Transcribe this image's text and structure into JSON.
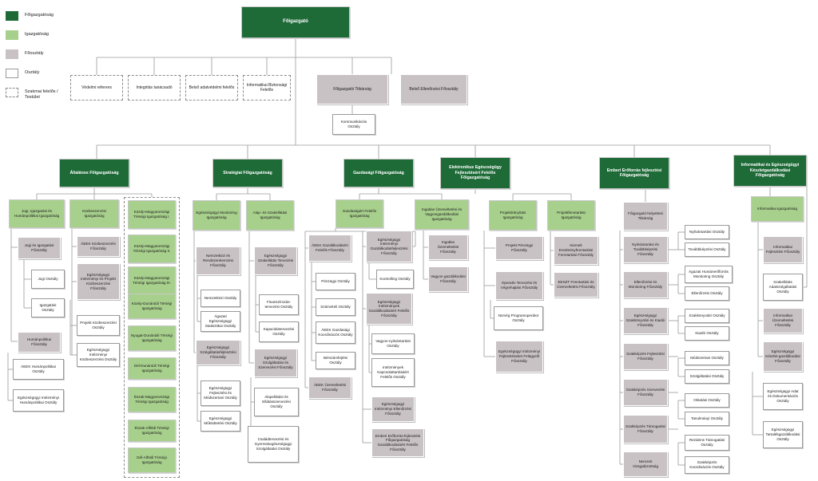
{
  "legend": [
    {
      "id": "fo",
      "label": "Főigazgatóság"
    },
    {
      "id": "ig",
      "label": "Igazgatóság"
    },
    {
      "id": "fe",
      "label": "Főosztály"
    },
    {
      "id": "os",
      "label": "Osztály"
    },
    {
      "id": "sz",
      "label": "Szakmai felelős / Testület"
    }
  ],
  "top": {
    "root": "Főigazgató",
    "staff": [
      "Védelmi referens",
      "Integritás tanácsadó",
      "Belső adatvédelmi felelős",
      "Informatikai Biztonsági Felelős"
    ],
    "titkarsag": "Főigazgatói Titkárság",
    "ellenorzes": "Belső Ellenőrzési Főosztály",
    "kommunikacio": "Kommunikációs Osztály"
  },
  "directorates": [
    "Általános Főigazgatóság",
    "Stratégiai Főigazgatóság",
    "Gazdasági Főigazgatóság",
    "Elektronikus Egészségügy Fejlesztésért Felelős Főigazgatóság",
    "Emberi Erőforrás fejlesztési Főigazgatóság",
    "Informatikai és Egészségügyi Készletgazdálkodási Főigazgatóság"
  ],
  "d1": {
    "ig": [
      "Jogi, Igazgatási és Humánpolitikai Igazgatóság",
      "Közbeszerzési Igazgatóság"
    ],
    "c1": [
      "Jogi és Igazgatási Főosztály",
      "Jogi Osztály",
      "Igazgatási Osztály",
      "Humánpolitikai Főosztály",
      "ÁEEK Humánpolitikai Osztály",
      "Egészségügyi Intézményi Humánpolitikai Osztály"
    ],
    "c2": [
      "ÁEEK Közbeszerzési Főosztály",
      "Egészségügyi Intézményi és Projekt Közbeszerzési Főosztály",
      "Projekt Közbeszerzési Osztály",
      "Egészségügyi Intézményi Közbeszerzési Osztály"
    ],
    "regions": [
      "Közép-Magyarországi Térségi Igazgatóság I.",
      "Közép-Magyarországi Térségi Igazgatóság II.",
      "Közép-Magyarországi Térségi Igazgatóság III.",
      "Közép-Dunántúli Térségi Igazgatóság",
      "Nyugat-Dunántúli Térségi Igazgatóság",
      "Dél-Dunántúli Térségi Igazgatóság",
      "Észak-Magyarországi Térségi Igazgatóság",
      "Észak-Alföldi Térségi Igazgatóság",
      "Dél-Alföldi Térségi Igazgatóság"
    ]
  },
  "d2": {
    "ig": [
      "Egészségügyi Monitoring Igazgatóság",
      "Alap- és Szakellátási Igazgatóság"
    ],
    "c1": [
      "Nemzetközi és Rendszerelemzési Főosztály",
      "Nemzetközi Osztály",
      "Ágazati Egészségügyi Statisztikai Osztály",
      "Egészségügyi Szolgáltatásfejlesztési Főosztály",
      "Egészségügyi Fejlesztési és Módszertani Osztály",
      "Egészségügyi Működtetési Osztály"
    ],
    "c2": [
      "Egészségügyi Szakellátás Tervezési Főosztály",
      "Finanszírozás-tervezési Osztály",
      "Kapacitástervezési Osztály",
      "Egészségügyi Szolgáltatási és Szervezési Főosztály",
      "Alapellátási és Ellátásszervezési Osztály",
      "Családtervezési és Gyermekegészségügyi Szolgáltatási Osztály"
    ]
  },
  "d3": {
    "ig": [
      "Gazdaságért Felelős Igazgatóság",
      "Ingatlan Üzemeltetési és Vagyongazdálkodási Igazgatóság"
    ],
    "c1": [
      "ÁEEK Gazdálkodásért Felelős Főosztály",
      "Pénzügyi Osztály",
      "Számviteli Osztály",
      "ÁEEK Gazdasági Koordinációs Osztály",
      "Bérszámfejtési Osztály",
      "ÁEEK Üzemeltetési Főosztály"
    ],
    "c2": [
      "Egészségügyi Intézményi Gazdálkodásfejlesztési Főosztály",
      "Kontrolling Osztály",
      "Egészségügyi Intézmények Gazdálkodásáért Felelős Főosztály",
      "Vagyon-nyilvántartási Osztály",
      "Intézmények Kapcsolattartásáért Felelős Osztály",
      "Egészségügyi Intézményi Ellenőrzési Főosztály",
      "Emberi Erőforrás-fejlesztési Főigazgatóság Gazdálkodásáért Felelős Főosztály"
    ],
    "c3": [
      "Ingatlan Üzemeltetési Főosztály",
      "Vagyon-gazdálkodási Főosztály"
    ]
  },
  "d4": {
    "ig": [
      "Projektirányítási Igazgatóság",
      "Projektfenntartási Igazgatóság"
    ],
    "c1": [
      "Projekt Pénzügyi Főosztály",
      "Operatív Tervezési és Végrehajtási Főosztály",
      "Norvég Programoperátor Osztály",
      "Egészségügyi Intézményi Fejlesztéseket Felügyelő Főosztály"
    ],
    "c2": [
      "Kiemelt Eredményfenntartási Fenntartási Főosztály",
      "EESZT Fenntartási és Üzemeltetési Főosztály"
    ]
  },
  "d5": {
    "ig": "Főigazgató-helyettesi Titkárság",
    "fe": [
      "Nyilvántartási és Továbbképzési Főosztály",
      "Ellenőrzési és Monitoring Főosztály",
      "Egészségügyi Szakkönyvtári és Kiadói Főosztály",
      "Szakképzés Fejlesztési Főosztály",
      "Szakképzés Szervezési Főosztály",
      "Szakképzés Támogatási Főosztály",
      "Nemzeti Vizsgabizottság"
    ],
    "os": [
      "Nyilvántartási Osztály",
      "Továbbképzési Osztály",
      "Ágazati Humánerőforrás Monitoring Osztály",
      "Ellenőrzési Osztály",
      "Szakkönyvtári Osztály",
      "Kiadói Osztály",
      "Módszertani Osztály",
      "Szolgáltatási Osztály",
      "Oktatási Osztály",
      "Tanulmányi Osztály",
      "Rezidens Támogatási Osztály",
      "Szakképzés Koordinációs Osztály"
    ]
  },
  "d6": {
    "ig": "Informatikai Igazgatóság",
    "fe": [
      "Informatikai Fejlesztési Főosztály",
      "Informatikai Üzemeltetési Főosztály",
      "Egészségügyi Készlet-gazdálkodási Főosztály"
    ],
    "os": [
      "Szakellátás Adatszolgáltatási Osztály",
      "Egészségügyi Adat és Dokumentációs Osztály",
      "Egészségügyi Tartalékgazdálkodási Osztály"
    ]
  }
}
